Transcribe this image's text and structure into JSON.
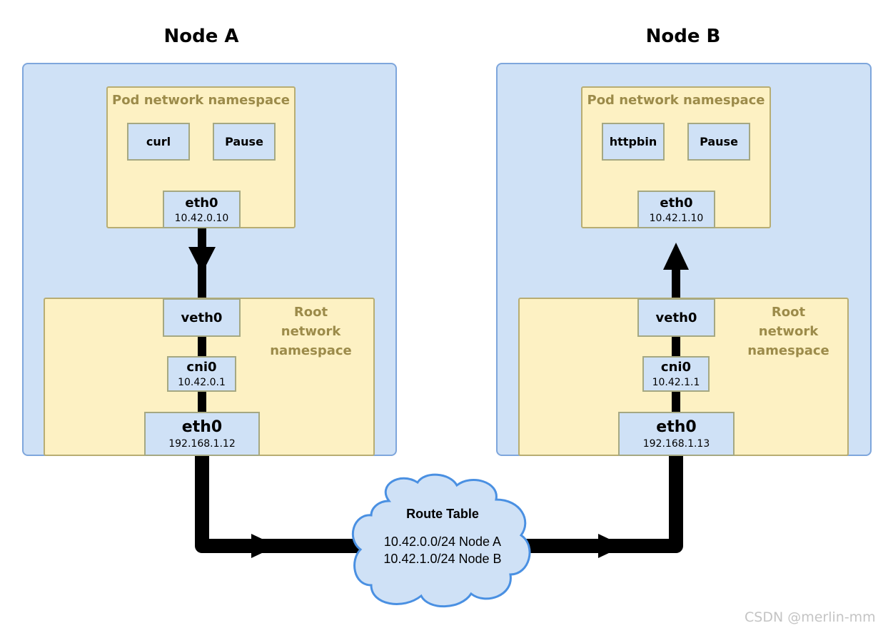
{
  "nodes": {
    "a": {
      "title": "Node A",
      "pod_ns_label": "Pod network namespace",
      "root_ns_label": "Root network namespace",
      "containers": [
        "curl",
        "Pause"
      ],
      "pod_eth": {
        "name": "eth0",
        "ip": "10.42.0.10"
      },
      "veth": {
        "name": "veth0"
      },
      "cni": {
        "name": "cni0",
        "ip": "10.42.0.1"
      },
      "host_eth": {
        "name": "eth0",
        "ip": "192.168.1.12"
      }
    },
    "b": {
      "title": "Node B",
      "pod_ns_label": "Pod network namespace",
      "root_ns_label": "Root network namespace",
      "containers": [
        "httpbin",
        "Pause"
      ],
      "pod_eth": {
        "name": "eth0",
        "ip": "10.42.1.10"
      },
      "veth": {
        "name": "veth0"
      },
      "cni": {
        "name": "cni0",
        "ip": "10.42.1.1"
      },
      "host_eth": {
        "name": "eth0",
        "ip": "192.168.1.13"
      }
    }
  },
  "route_table": {
    "title": "Route Table",
    "entries": [
      "10.42.0.0/24 Node A",
      "10.42.1.0/24 Node B"
    ]
  },
  "watermark": "CSDN @merlin-mm",
  "colors": {
    "node_fill": "#cfe1f6",
    "node_border": "#7ea6dc",
    "namespace_fill": "#fdf1c3",
    "namespace_label": "#9c8b4a",
    "wire": "#000000",
    "cloud_border": "#4a90e2"
  }
}
